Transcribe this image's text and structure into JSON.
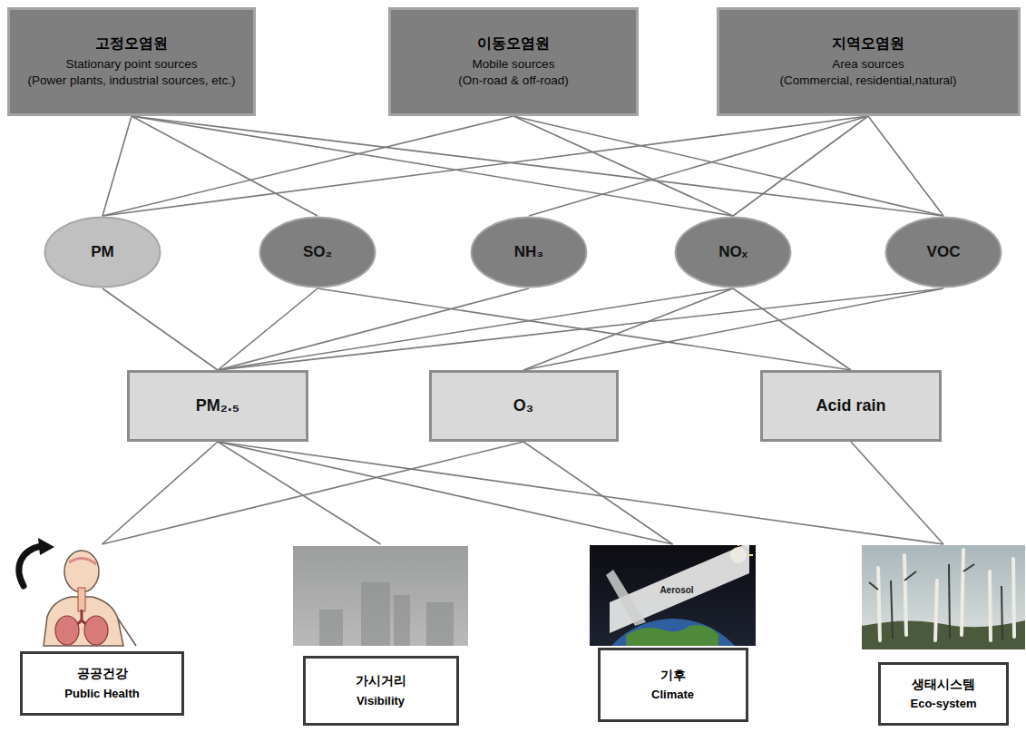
{
  "diagram": {
    "nodes": [
      {
        "text": [
          "고정오염원",
          "Stationary point sources",
          "(Power plants, industrial sources, etc.)"
        ]
      },
      {
        "text": [
          "이동오염원",
          "Mobile sources",
          "(On-road & off-road)"
        ]
      },
      {
        "text": [
          "지역오염원",
          "Area sources",
          "(Commercial, residential,natural)"
        ]
      },
      {
        "text": [
          "PM"
        ]
      },
      {
        "text": [
          "SO₂"
        ]
      },
      {
        "text": [
          "NH₃"
        ]
      },
      {
        "text": [
          "NOₓ"
        ]
      },
      {
        "text": [
          "VOC"
        ]
      },
      {
        "text": [
          "PM₂.₅"
        ]
      },
      {
        "text": [
          "O₃"
        ]
      },
      {
        "text": [
          "Acid rain"
        ]
      },
      {
        "text": [
          "공공건강",
          "Public Health"
        ]
      },
      {
        "text": [
          "가시거리",
          "Visibility"
        ]
      },
      {
        "text": [
          "기후",
          "Climate"
        ]
      },
      {
        "text": [
          "생태시스템",
          "Eco-system"
        ]
      }
    ],
    "edges": [
      {
        "from": 0,
        "to": 3,
        "arrow": "none"
      },
      {
        "from": 0,
        "to": 4,
        "arrow": "none"
      },
      {
        "from": 0,
        "to": 6,
        "arrow": "none"
      },
      {
        "from": 0,
        "to": 7,
        "arrow": "none"
      },
      {
        "from": 1,
        "to": 3,
        "arrow": "none"
      },
      {
        "from": 1,
        "to": 6,
        "arrow": "none"
      },
      {
        "from": 1,
        "to": 7,
        "arrow": "none"
      },
      {
        "from": 2,
        "to": 3,
        "arrow": "none"
      },
      {
        "from": 2,
        "to": 5,
        "arrow": "none"
      },
      {
        "from": 2,
        "to": 6,
        "arrow": "none"
      },
      {
        "from": 2,
        "to": 7,
        "arrow": "none"
      },
      {
        "from": 3,
        "to": 8,
        "arrow": "none"
      },
      {
        "from": 4,
        "to": 8,
        "arrow": "none"
      },
      {
        "from": 4,
        "to": 10,
        "arrow": "none"
      },
      {
        "from": 5,
        "to": 8,
        "arrow": "none"
      },
      {
        "from": 6,
        "to": 8,
        "arrow": "none"
      },
      {
        "from": 6,
        "to": 9,
        "arrow": "none"
      },
      {
        "from": 6,
        "to": 10,
        "arrow": "none"
      },
      {
        "from": 7,
        "to": 8,
        "arrow": "none"
      },
      {
        "from": 7,
        "to": 9,
        "arrow": "none"
      },
      {
        "from": 8,
        "to": 11,
        "arrow": "none"
      },
      {
        "from": 8,
        "to": 12,
        "arrow": "none"
      },
      {
        "from": 8,
        "to": 13,
        "arrow": "none"
      },
      {
        "from": 8,
        "to": 14,
        "arrow": "none"
      },
      {
        "from": 9,
        "to": 11,
        "arrow": "none"
      },
      {
        "from": 9,
        "to": 13,
        "arrow": "none"
      },
      {
        "from": 10,
        "to": 14,
        "arrow": "none"
      }
    ],
    "labels": [
      "Aerosol"
    ]
  }
}
